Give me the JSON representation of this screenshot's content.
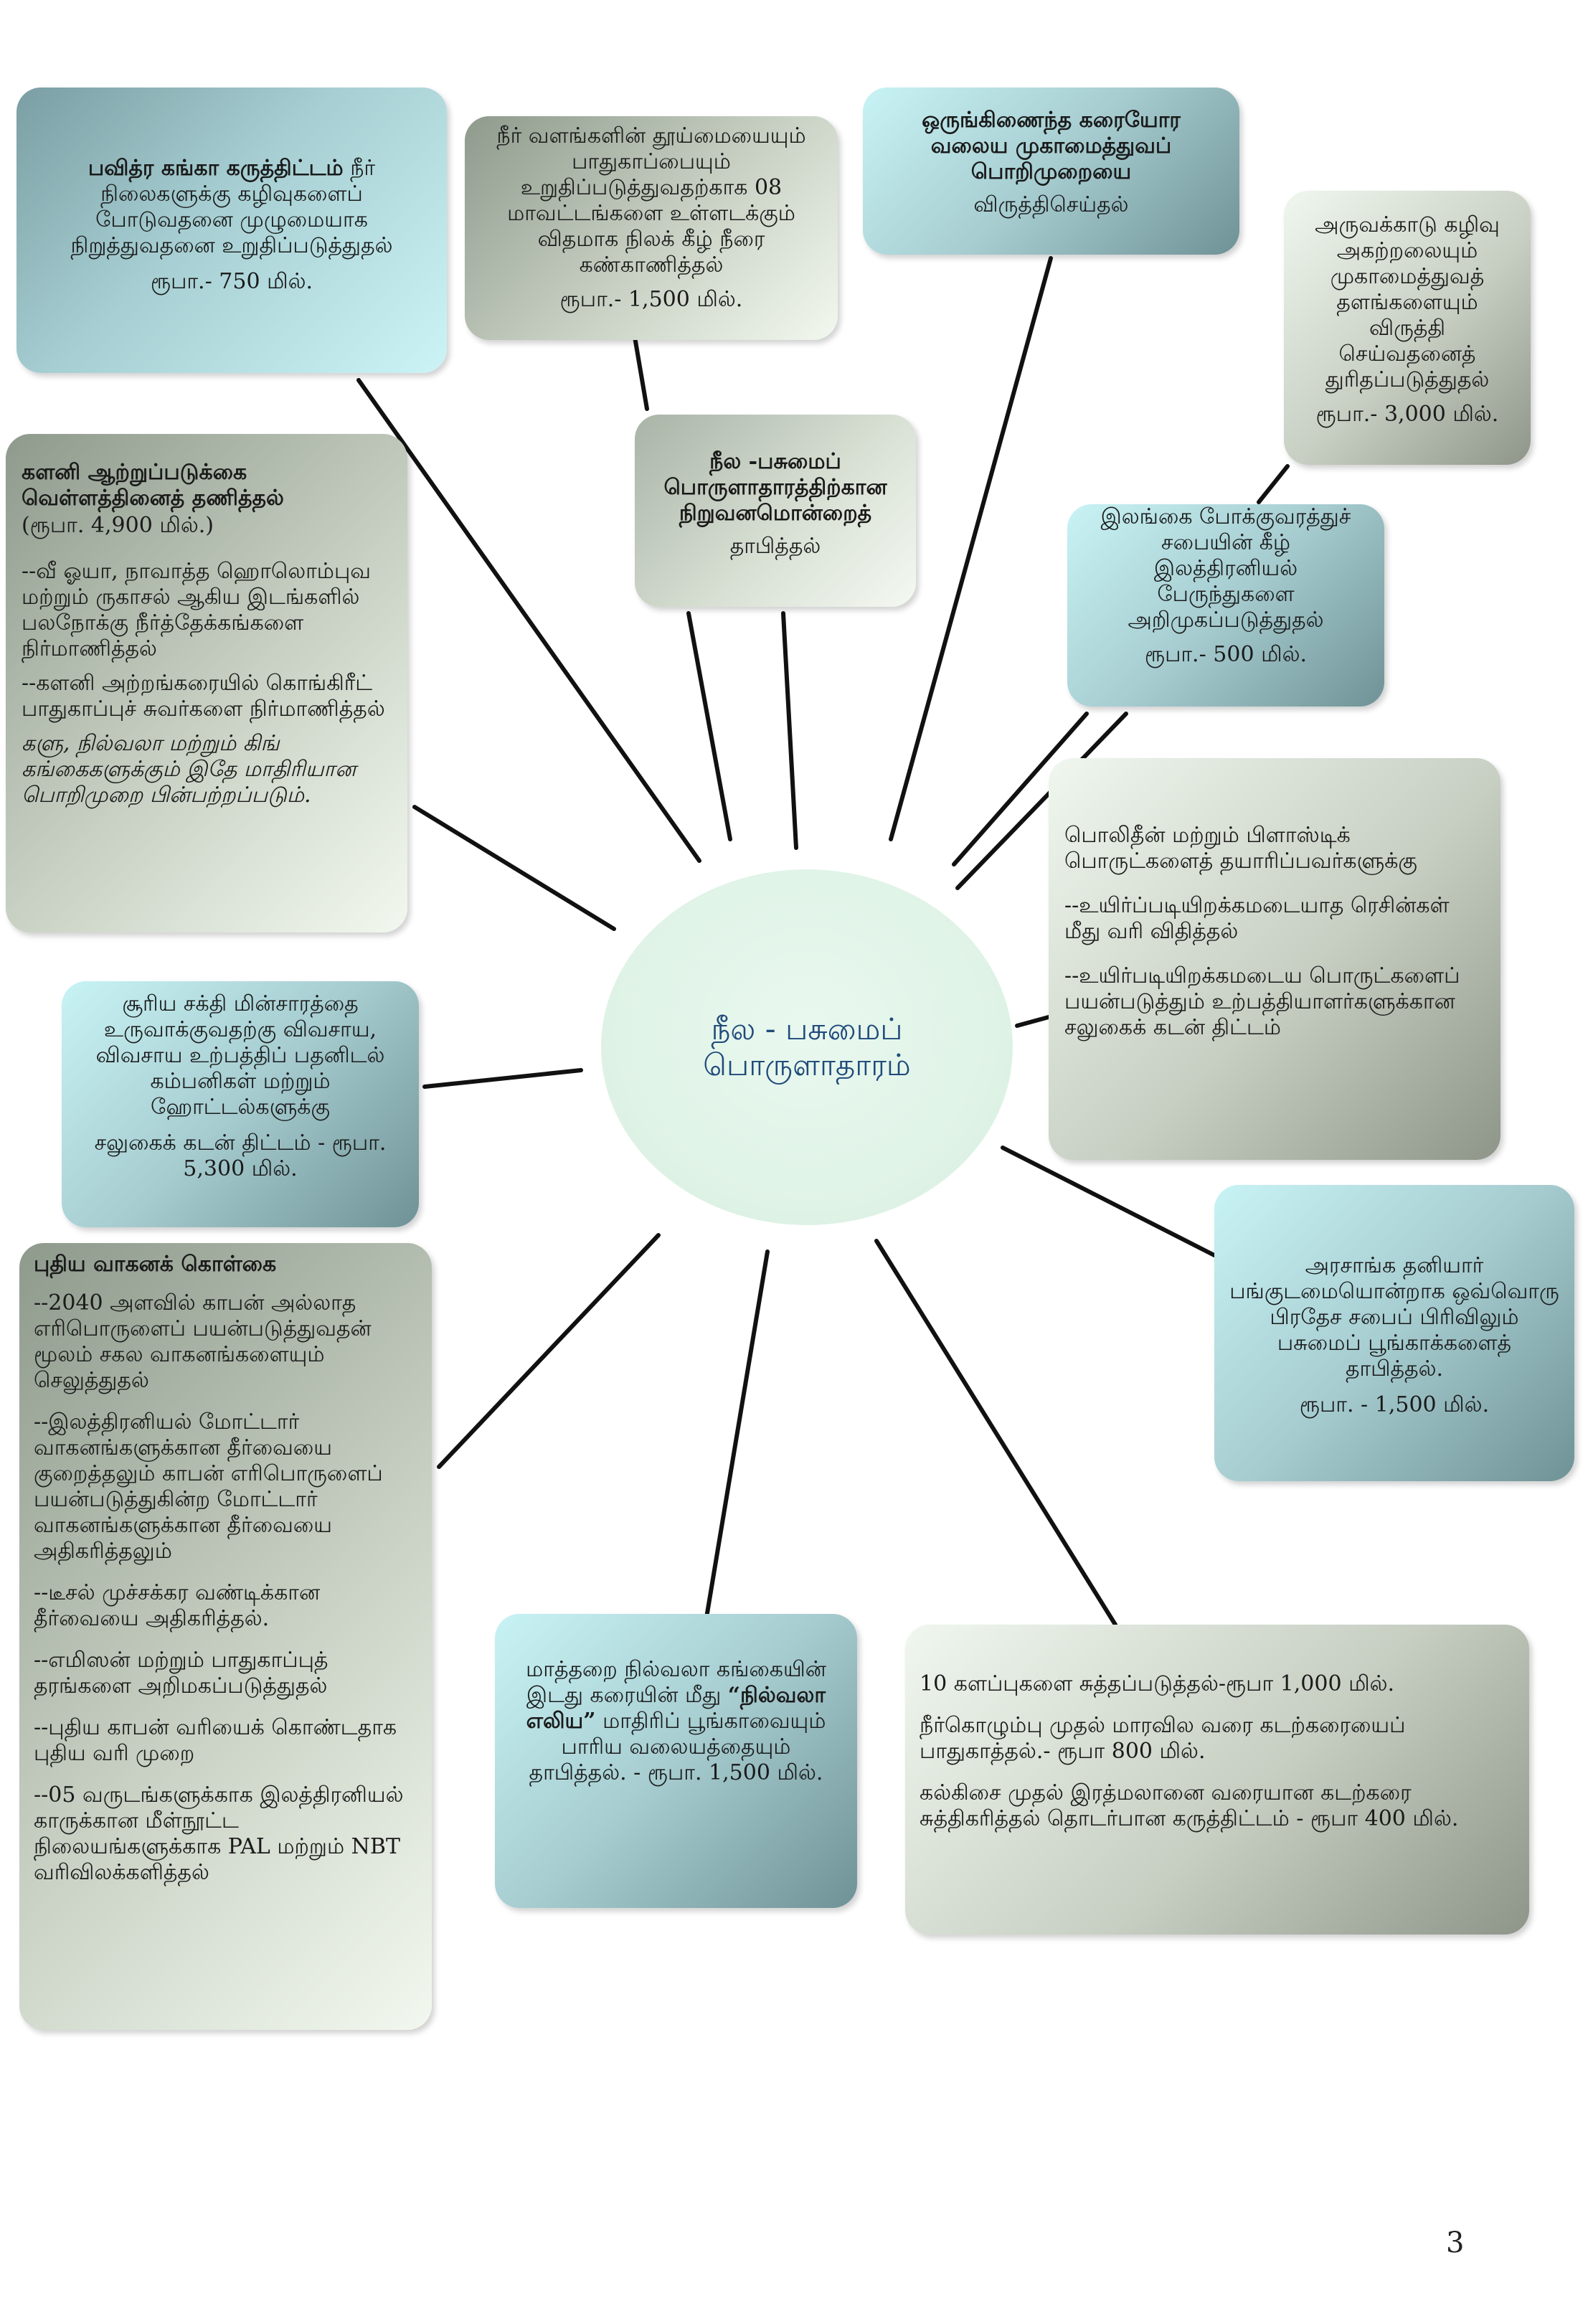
{
  "hub_label": "நீல - பசுமைப் பொருளாதாரம்",
  "boxes": {
    "gangaa": {
      "title": "பவித்ர கங்கா கருத்திட்டம்",
      "text": "நீர் நிலைகளுக்கு கழிவுகளைப் போடுவதனை முழுமையாக நிறுத்துவதனை உறுதிப்படுத்துதல்",
      "cost": "ரூபா.- 750 மில்."
    },
    "water_sources": {
      "text": "நீர் வளங்களின் தூய்மையையும் பாதுகாப்பையும் உறுதிப்படுத்துவதற்காக 08 மாவட்டங்களை உள்ளடக்கும் விதமாக நிலக் கீழ் நீரை கண்காணித்தல்",
      "cost": "ரூபா.- 1,500 மில்."
    },
    "coastal": {
      "title": "ஒருங்கிணைந்த கரையோர வலைய முகாமைத்துவப் பொறிமுறையை",
      "text": "விருத்திசெய்தல்"
    },
    "waste": {
      "text": "அருவக்காடு கழிவு அகற்றலையும் முகாமைத்துவத் தளங்களையும் விருத்தி செய்வதனைத் துரிதப்படுத்துதல்",
      "cost": "ரூபா.- 3,000 மில்."
    },
    "kelani": {
      "title": "களனி ஆற்றுப்படுக்கை வெள்ளத்தினைத் தணித்தல்",
      "cost": "(ரூபா. 4,900 மில்.)",
      "item1": "--வீ ஓயா, நாவாத்த ஹொலொம்புவ மற்றும் ருகாசல் ஆகிய இடங்களில் பலநோக்கு நீர்த்தேக்கங்களை நிர்மாணித்தல்",
      "item2": "--களனி அற்றங்கரையில் கொங்கிரீட் பாதுகாப்புச் சுவர்களை நிர்மாணித்தல்",
      "note": "களு, நில்வலா மற்றும் கிங் கங்கைகளுக்கும் இதே மாதிரியான பொறிமுறை பின்பற்றப்படும்."
    },
    "institution": {
      "title": "நீல -பசுமைப் பொருளாதாரத்திற்கான நிறுவனமொன்றைத்",
      "text": "தாபித்தல்"
    },
    "buses": {
      "text": "இலங்கை போக்குவரத்துச் சபையின் கீழ் இலத்திரனியல் பேருந்துகளை அறிமுகப்படுத்துதல்",
      "cost": "ரூபா.- 500 மில்."
    },
    "polythene": {
      "intro": "பொலிதீன் மற்றும் பிளாஸ்டிக் பொருட்களைத் தயாரிப்பவர்களுக்கு",
      "item1": "--உயிர்ப்படியிறக்கமடையாத ரெசின்கள் மீது வரி விதித்தல்",
      "item2": "--உயிர்படியிறக்கமடைய பொருட்களைப் பயன்படுத்தும் உற்பத்தியாளர்களுக்கான சலுகைக் கடன் திட்டம்"
    },
    "solar": {
      "text": "சூரிய சக்தி மின்சாரத்தை உருவாக்குவதற்கு விவசாய, விவசாய உற்பத்திப் பதனிடல் கம்பனிகள் மற்றும் ஹோட்டல்களுக்கு",
      "cost": "சலுகைக் கடன் திட்டம் - ரூபா. 5,300 மில்."
    },
    "vehicle": {
      "title": "புதிய வாகனக் கொள்கை",
      "item1": "--2040 அளவில் காபன் அல்லாத எரிபொருளைப் பயன்படுத்துவதன் மூலம் சகல வாகனங்களையும் செலுத்துதல்",
      "item2": "--இலத்திரனியல் மோட்டார் வாகனங்களுக்கான தீர்வையை குறைத்தலும் காபன் எரிபொருளைப் பயன்படுத்துகின்ற மோட்டார் வாகனங்களுக்கான தீர்வையை அதிகரித்தலும்",
      "item3": "--டீசல் முச்சக்கர வண்டிக்கான தீர்வையை அதிகரித்தல்.",
      "item4": "--எமிஸன் மற்றும் பாதுகாப்புத் தரங்களை அறிமகப்படுத்துதல்",
      "item5": "--புதிய காபன் வரியைக் கொண்டதாக புதிய வரி முறை",
      "item6": "--05 வருடங்களுக்காக இலத்திரனியல் காருக்கான மீள்நூட்ட நிலையங்களுக்காக PAL மற்றும் NBT வரிவிலக்களித்தல்"
    },
    "nilwala": {
      "text_before": "மாத்தறை நில்வலா கங்கையின் இடது கரையின் மீது",
      "emphasis": "“நில்வலா எலிய”",
      "text_after": "மாதிரிப் பூங்காவையும் பாரிய வலையத்தையும் தாபித்தல். - ரூபா. 1,500 மில்."
    },
    "beaches": {
      "item1": "10 களப்புகளை சுத்தப்படுத்தல்-ரூபா 1,000 மில்.",
      "item2": "நீர்கொழும்பு முதல் மாரவில வரை கடற்கரையைப் பாதுகாத்தல்.- ரூபா 800 மில்.",
      "item3": "கல்கிசை முதல் இரத்மலானை வரையான கடற்கரை சுத்திகரித்தல் தொடர்பான கருத்திட்டம் - ரூபா 400 மில்."
    },
    "parks": {
      "text": "அரசாங்க தனியார் பங்குடமையொன்றாக ஒவ்வொரு பிரதேச சபைப் பிரிவிலும் பசுமைப் பூங்காக்களைத் தாபித்தல்.",
      "cost": "ரூபா. - 1,500 மில்."
    }
  },
  "page_number": "3"
}
